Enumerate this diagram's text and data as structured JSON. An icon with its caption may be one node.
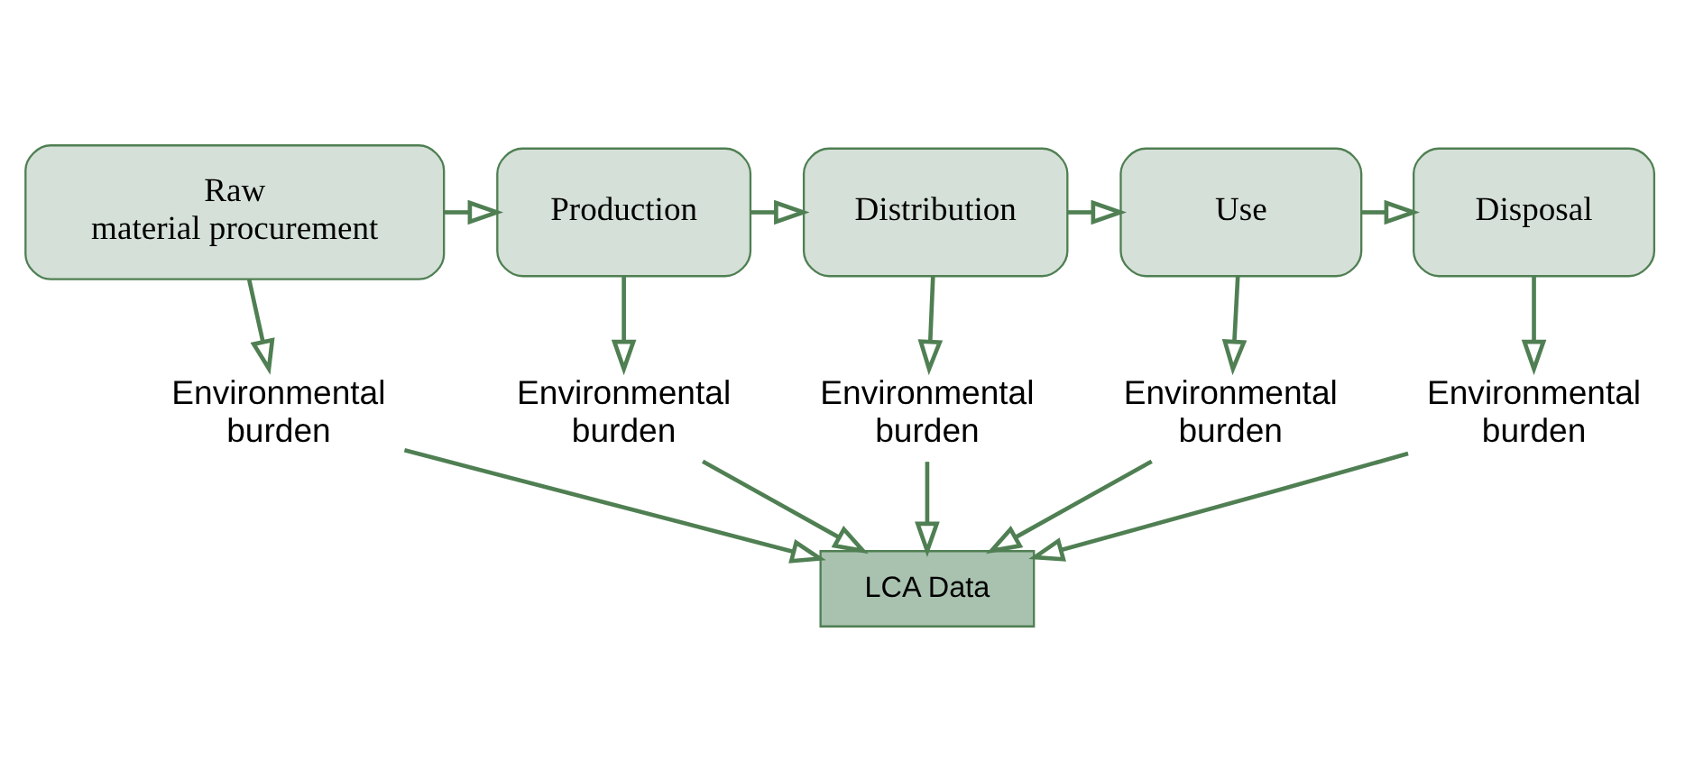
{
  "diagram": {
    "nodes": [
      {
        "text": [
          "Raw material procurement"
        ]
      },
      {
        "text": [
          "Production"
        ]
      },
      {
        "text": [
          "Distribution"
        ]
      },
      {
        "text": [
          "Use"
        ]
      },
      {
        "text": [
          "Disposal"
        ]
      },
      {
        "text": [
          "Environmental burden"
        ]
      },
      {
        "text": [
          "Environmental burden"
        ]
      },
      {
        "text": [
          "Environmental burden"
        ]
      },
      {
        "text": [
          "Environmental burden"
        ]
      },
      {
        "text": [
          "Environmental burden"
        ]
      },
      {
        "text": [
          "LCA Data"
        ]
      }
    ],
    "edges": [
      {
        "from": 0,
        "to": 1,
        "arrow": "to"
      },
      {
        "from": 1,
        "to": 2,
        "arrow": "to"
      },
      {
        "from": 2,
        "to": 3,
        "arrow": "to"
      },
      {
        "from": 3,
        "to": 4,
        "arrow": "to"
      },
      {
        "from": 0,
        "to": 5,
        "arrow": "to"
      },
      {
        "from": 1,
        "to": 6,
        "arrow": "to"
      },
      {
        "from": 2,
        "to": 7,
        "arrow": "to"
      },
      {
        "from": 3,
        "to": 8,
        "arrow": "to"
      },
      {
        "from": 4,
        "to": 9,
        "arrow": "to"
      },
      {
        "from": 5,
        "to": 10,
        "arrow": "to"
      },
      {
        "from": 6,
        "to": 10,
        "arrow": "to"
      },
      {
        "from": 7,
        "to": 10,
        "arrow": "to"
      },
      {
        "from": 8,
        "to": 10,
        "arrow": "to"
      },
      {
        "from": 9,
        "to": 10,
        "arrow": "to"
      }
    ]
  }
}
